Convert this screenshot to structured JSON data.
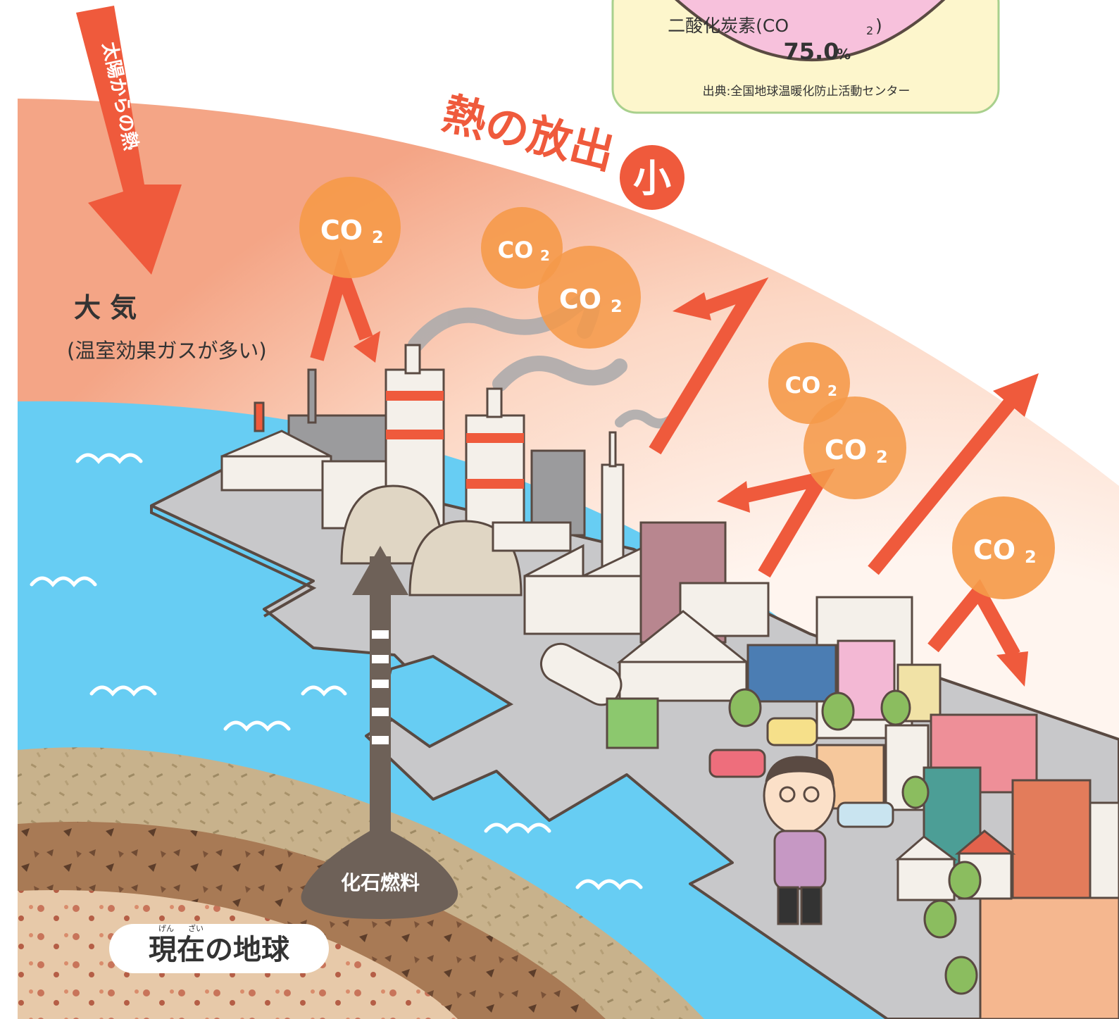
{
  "source_box": {
    "gas_label": "二酸化炭素(CO",
    "gas_sub": "2",
    "gas_close": ")",
    "gas_value": "75.0",
    "gas_unit": "%",
    "credit": "出典:全国地球温暖化防止活動センター"
  },
  "labels": {
    "sun_heat": "太陽からの熱",
    "heat_emission": "熱の放出",
    "heat_emission_level": "小",
    "atmosphere": "大 気",
    "atmosphere_note": "(温室効果ガスが多い)",
    "fossil_fuel": "化石燃料",
    "earth_title": "現在の地球",
    "earth_ruby_1": "げん",
    "earth_ruby_2": "ざい"
  },
  "co2_bubble": {
    "text": "CO",
    "sub": "2"
  },
  "colors": {
    "arrow_red": "#ef5a3c",
    "bubble_orange": "#f5a04e",
    "sea_blue": "#67cdf3",
    "atmosphere_pink": "#f7b59a",
    "ground_tan": "#c9b38f",
    "pie_pink": "#f7c1dc",
    "box_cream": "#fdf6cc"
  }
}
